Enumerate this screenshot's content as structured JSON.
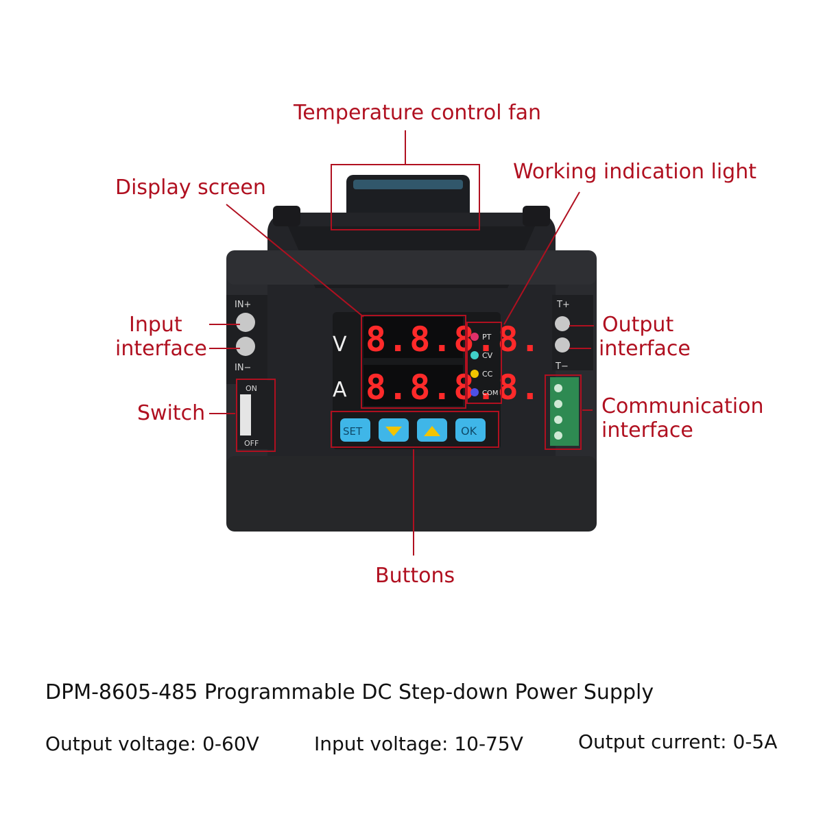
{
  "callouts": {
    "fan": "Temperature control fan",
    "indicator": "Working indication light",
    "display": "Display screen",
    "input_1": "Input",
    "input_2": "interface",
    "output_1": "Output",
    "output_2": "interface",
    "switch": "Switch",
    "comm_1": "Communication",
    "comm_2": "interface",
    "buttons": "Buttons"
  },
  "device": {
    "v_label": "V",
    "a_label": "A",
    "v_display": "8.8.8.8.",
    "a_display": "8.8.8.8.",
    "leds": [
      {
        "label": "PT",
        "color": "#e0306a"
      },
      {
        "label": "CV",
        "color": "#40d0c8"
      },
      {
        "label": "CC",
        "color": "#f2c400"
      },
      {
        "label": "COM",
        "color": "#4d50e6"
      }
    ],
    "buttons": {
      "set": "SET",
      "ok": "OK"
    },
    "terminal_labels": {
      "in_plus": "IN+",
      "in_minus": "IN−",
      "out_plus": "T+",
      "out_minus": "T−",
      "on": "ON",
      "off": "OFF"
    }
  },
  "captions": {
    "title": "DPM-8605-485 Programmable DC Step-down Power Supply",
    "spec_output_voltage": "Output voltage: 0-60V",
    "spec_input_voltage": "Input voltage: 10-75V",
    "spec_output_current": "Output current: 0-5A"
  },
  "colors": {
    "callout": "#b01020",
    "segment": "#ff2a2a",
    "button": "#3fb6e8"
  }
}
